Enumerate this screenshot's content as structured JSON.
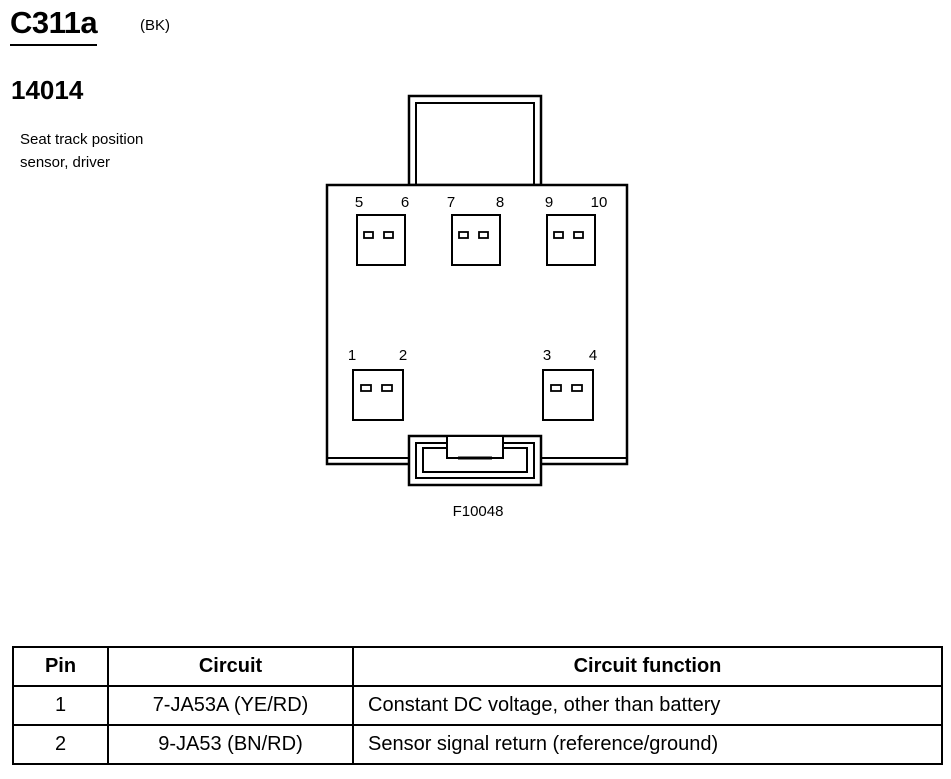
{
  "header": {
    "connector_id": "C311a",
    "connector_color": "(BK)",
    "part_number": "14014",
    "description_line1": "Seat track position",
    "description_line2": "sensor, driver"
  },
  "diagram": {
    "figure_id": "F10048",
    "pin_labels": [
      "5",
      "6",
      "7",
      "8",
      "9",
      "10",
      "1",
      "2",
      "3",
      "4"
    ]
  },
  "table": {
    "headers": [
      "Pin",
      "Circuit",
      "Circuit function"
    ],
    "rows": [
      {
        "pin": "1",
        "circuit": "7-JA53A (YE/RD)",
        "function": "Constant DC voltage, other than battery"
      },
      {
        "pin": "2",
        "circuit": "9-JA53 (BN/RD)",
        "function": "Sensor signal return (reference/ground)"
      }
    ]
  }
}
